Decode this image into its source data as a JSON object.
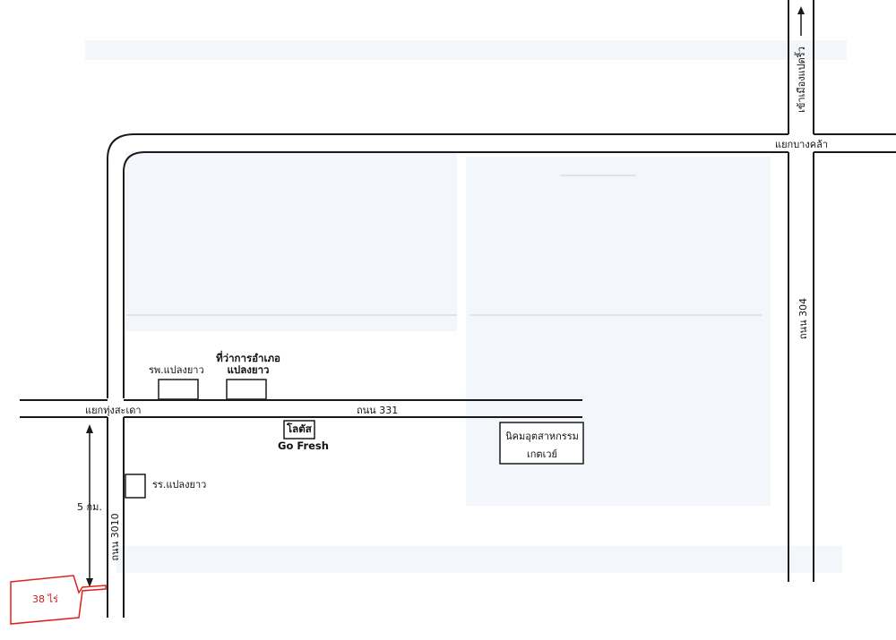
{
  "labels": {
    "toward_city": "เข้าเมืองแปดริ้ว",
    "bang_khla_junction": "แยกบางคล้า",
    "road_304": "ถนน 304",
    "hospital": "รพ.แปลงยาว",
    "district_office": "ที่ว่าการอำเภอ\nแปลงยาว",
    "thung_sadao_junction": "แยกทุ่งสะเดา",
    "road_331": "ถนน 331",
    "lotus": "โลตัส",
    "go_fresh": "Go Fresh",
    "industrial_estate": "นิคมอุตสาหกรรม\nเกตเวย์",
    "school": "รร.แปลงยาว",
    "distance": "5 กม.",
    "road_3010": "ถนน 3010",
    "plot": "38 ไร่"
  },
  "icons": {
    "arrow_right": "arrow-right-icon",
    "arrow_up": "arrow-up-icon",
    "arrow_down": "arrow-down-icon"
  },
  "colors": {
    "road": "#1a1a1a",
    "plot_outline": "#e02020",
    "plot_text": "#d11a1a"
  }
}
